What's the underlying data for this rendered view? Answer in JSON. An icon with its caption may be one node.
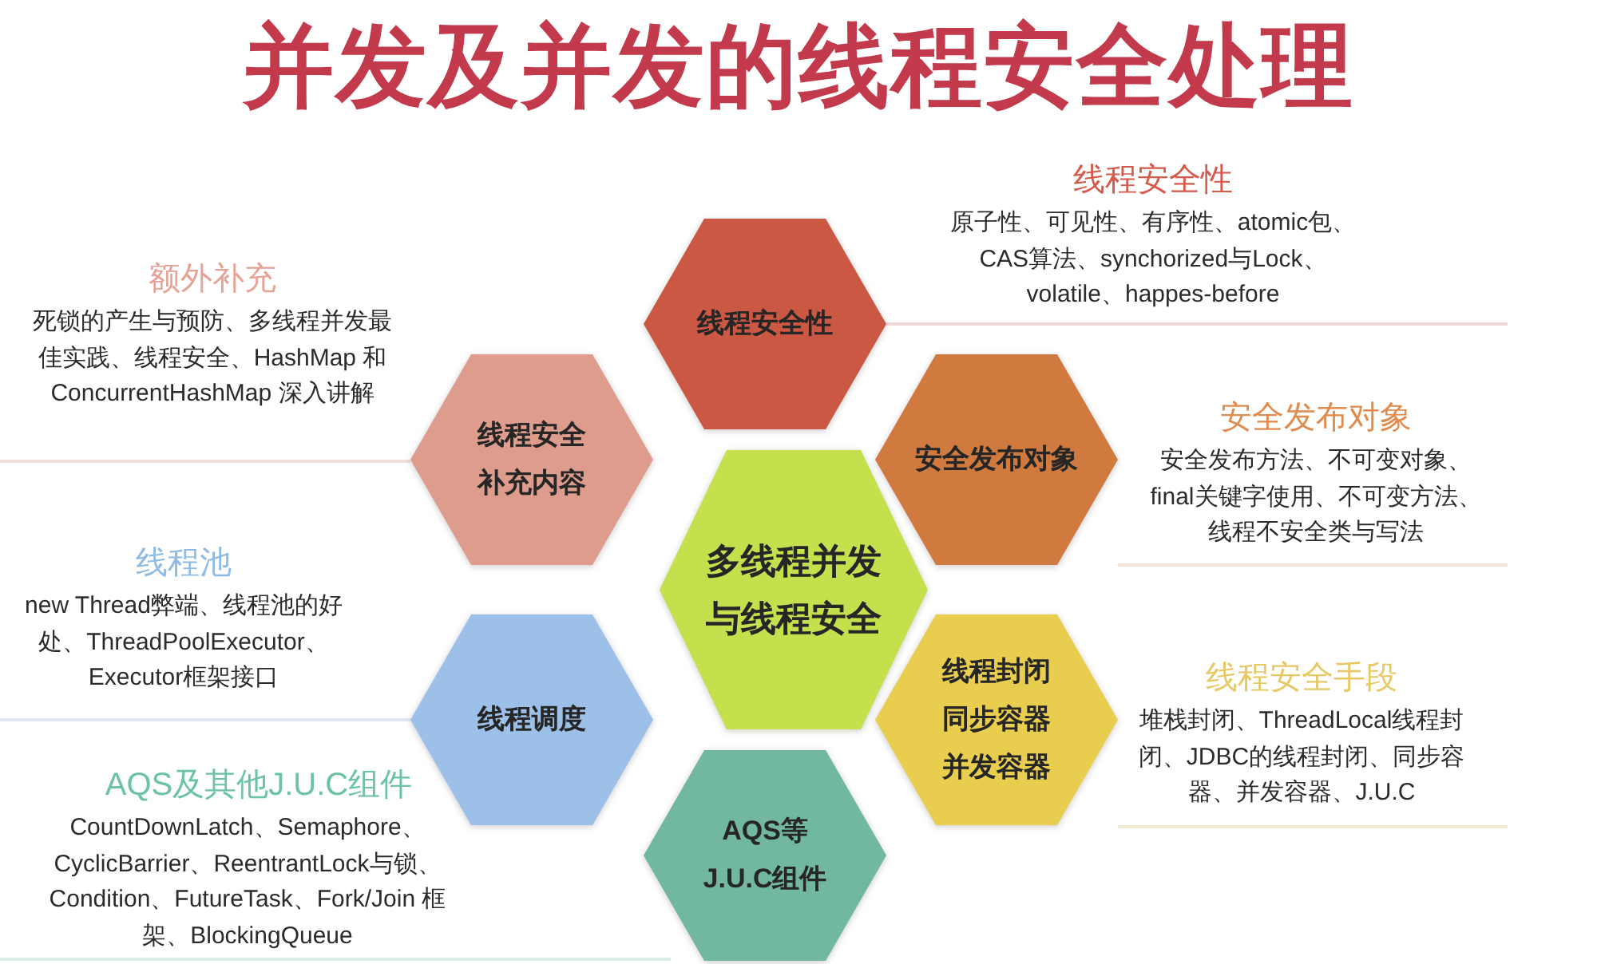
{
  "diagram": {
    "title": "并发及并发的线程安全处理",
    "nodes": [
      {
        "text": [
          "线程安全性"
        ],
        "beside": [
          "线程安全性",
          "原子性、可见性、有序性、atomic包、CAS算法、synchorized与Lock、volatile、happes-before"
        ]
      },
      {
        "text": [
          "线程安全补充内容"
        ],
        "beside": [
          "额外补充",
          "死锁的产生与预防、多线程并发最佳实践、线程安全、HashMap 和 ConcurrentHashMap 深入讲解"
        ]
      },
      {
        "text": [
          "安全发布对象"
        ],
        "beside": [
          "安全发布对象",
          "安全发布方法、不可变对象、final关键字使用、不可变方法、线程不安全类与写法"
        ]
      },
      {
        "text": [
          "多线程并发与线程安全"
        ]
      },
      {
        "text": [
          "线程调度"
        ],
        "beside": [
          "线程池",
          "new Thread弊端、线程池的好处、ThreadPoolExecutor、Executor框架接口"
        ]
      },
      {
        "text": [
          "线程封闭同步容器并发容器"
        ],
        "beside": [
          "线程安全手段",
          "堆栈封闭、ThreadLocal线程封闭、JDBC的线程封闭、同步容器、并发容器、J.U.C"
        ]
      },
      {
        "text": [
          "AQS等J.U.C组件"
        ]
      }
    ],
    "labels": [
      "AQS及其他J.U.C组件",
      "CountDownLatch、Semaphore、CyclicBarrier、ReentrantLock与锁、Condition、FutureTask、Fork/Join 框架、BlockingQueue"
    ]
  }
}
